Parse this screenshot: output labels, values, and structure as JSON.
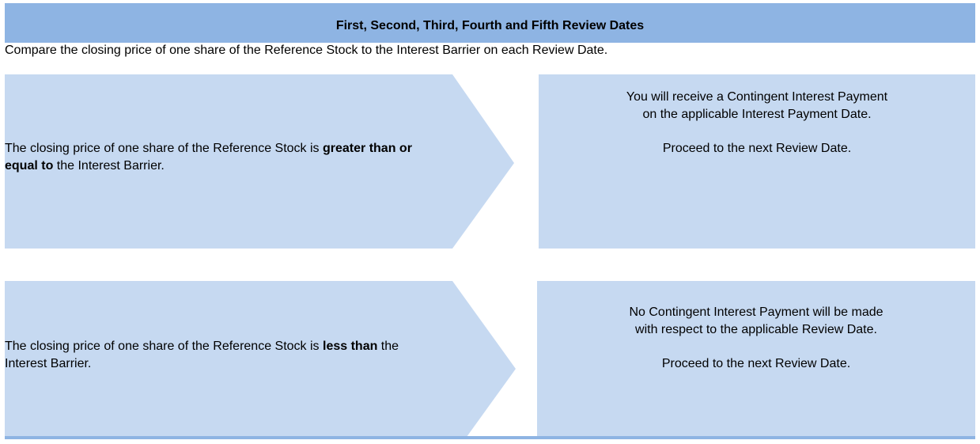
{
  "header": {
    "title": "First, Second, Third, Fourth and Fifth Review Dates"
  },
  "intro": "Compare the closing price of one share of the Reference Stock to the Interest Barrier on each Review Date.",
  "conditions": [
    {
      "text_before": "The closing price of one share of the Reference Stock is ",
      "bold": "greater than or equal to",
      "text_after": " the Interest Barrier."
    },
    {
      "text_before": "The closing price of one share of the Reference Stock is ",
      "bold": "less than",
      "text_after": " the Interest Barrier."
    }
  ],
  "results": [
    {
      "line1": "You will receive a Contingent Interest Payment",
      "line2": "on the applicable Interest Payment Date.",
      "line3": "Proceed to the next Review Date."
    },
    {
      "line1": "No Contingent Interest Payment will be made",
      "line2": "with respect to the applicable Review Date.",
      "line3": "Proceed to the next Review Date."
    }
  ],
  "colors": {
    "header_fill": "#8eb4e3",
    "box_fill": "#c6d9f1"
  }
}
